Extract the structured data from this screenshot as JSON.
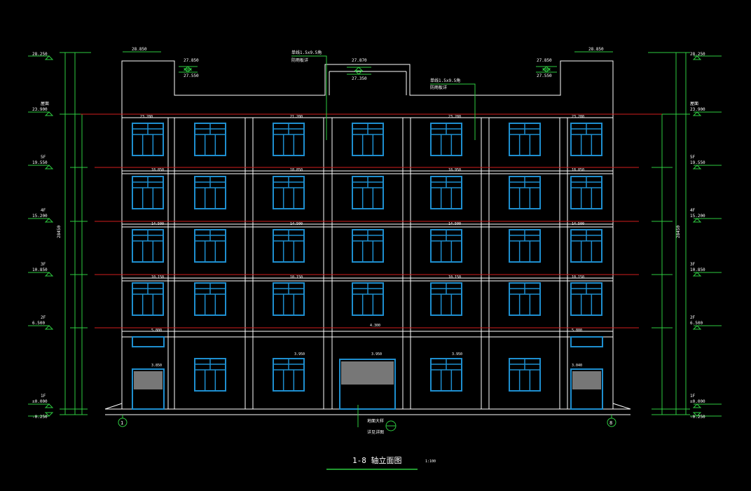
{
  "drawing": {
    "title": "1-8 轴立面图",
    "scale": "1:100",
    "colors": {
      "background": "#000000",
      "outline": "#ffffff",
      "window": "#1e8fd0",
      "floor_line": "#d21e1e",
      "dimension": "#2ecc40",
      "text": "#ffffff"
    },
    "top_elevations": [
      "28.850",
      "27.850",
      "27.550",
      "27.870",
      "27.350",
      "28.250"
    ],
    "notes": {
      "left_roof_note": "单线1.5x9.5角",
      "left_roof_note2": "防雨板详",
      "right_roof_note": "单线1.5x9.5角",
      "right_roof_note2": "防雨板详",
      "entrance_note": "地面大样",
      "entrance_note2": "详见详图"
    },
    "left_levels": [
      {
        "name": "",
        "elev": "28.250"
      },
      {
        "name": "屋面",
        "elev": "23.900"
      },
      {
        "name": "5F",
        "elev": "19.550"
      },
      {
        "name": "4F",
        "elev": "15.200"
      },
      {
        "name": "3F",
        "elev": "10.850"
      },
      {
        "name": "2F",
        "elev": "6.500"
      },
      {
        "name": "1F",
        "elev": "±0.000"
      },
      {
        "name": "",
        "elev": "-0.250"
      }
    ],
    "right_levels": [
      {
        "name": "",
        "elev": "28.250"
      },
      {
        "name": "屋面",
        "elev": "23.900"
      },
      {
        "name": "5F",
        "elev": "19.550"
      },
      {
        "name": "4F",
        "elev": "15.200"
      },
      {
        "name": "3F",
        "elev": "10.850"
      },
      {
        "name": "2F",
        "elev": "6.500"
      },
      {
        "name": "1F",
        "elev": "±0.000"
      },
      {
        "name": "",
        "elev": "-0.250"
      }
    ],
    "total_height": "28450",
    "window_elevations_row1": [
      "23.280",
      "21.200",
      "23.280",
      "23.280"
    ],
    "window_elevations_row2": [
      "18.850",
      "18.850",
      "18.950",
      "18.850"
    ],
    "window_elevations_row3": [
      "14.500",
      "14.500",
      "14.500",
      "14.500"
    ],
    "window_elevations_row4": [
      "10.150",
      "10.150",
      "10.150",
      "10.150"
    ],
    "window_elevations_row5": [
      "5.800",
      "4.300",
      "5.800"
    ],
    "ground_elevations": [
      "3.850",
      "3.950",
      "3.950",
      "3.950",
      "3.040"
    ],
    "axis_left": "1",
    "axis_right": "8"
  }
}
